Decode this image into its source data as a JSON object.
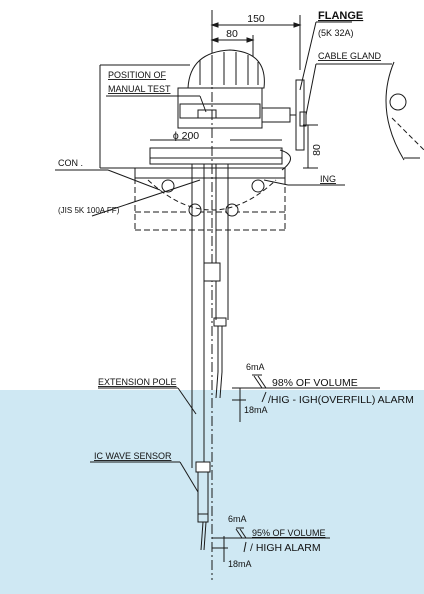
{
  "drawing": {
    "dims": {
      "d150": "150",
      "d80": "80",
      "d80v": "80",
      "phi200": "ϕ 200"
    },
    "labels": {
      "flange": "FLANGE",
      "flange_spec": "(5K 32A)",
      "cable_gland": "CABLE GLAND",
      "position_of": "POSITION OF",
      "manual_test": "MANUAL TEST",
      "con": "CON .",
      "jis": "(JIS 5K 100A FF)",
      "ing": "ING",
      "extension_pole": "EXTENSION POLE",
      "ic_wave_sensor": "IC WAVE SENSOR"
    },
    "alarms": {
      "upper": {
        "ma_top": "6mA",
        "ma_bottom": "18mA",
        "volume": "98% OF VOLUME",
        "alarm": "/HIG - IGH(OVERFILL) ALARM"
      },
      "lower": {
        "ma_top": "6mA",
        "ma_bottom": "18mA",
        "volume": "95% OF VOLUME",
        "alarm": "/ HIGH ALARM"
      }
    },
    "colors": {
      "liquid": "#cfe8f3",
      "line": "#1a1a1a"
    }
  }
}
